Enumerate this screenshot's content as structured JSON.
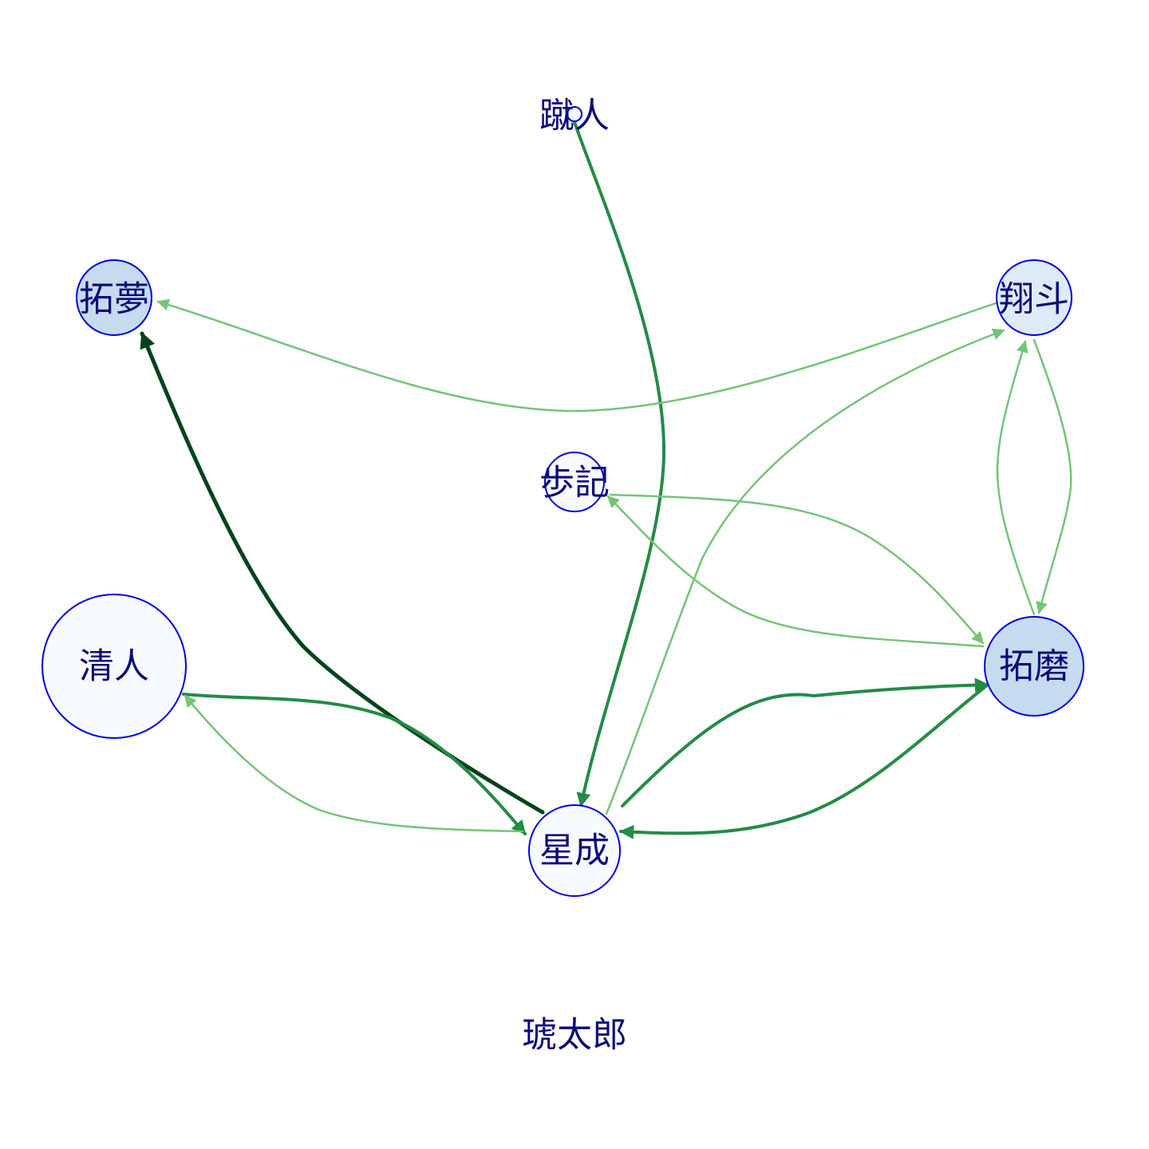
{
  "colors": {
    "node_stroke": "#0000dd",
    "label": "#0b0b7a",
    "edge_light": "#74c476",
    "edge_mid": "#238b45",
    "edge_dark": "#00441b"
  },
  "nodes": [
    {
      "id": "shujin",
      "label": "蹴人",
      "fill": "#f7fbff"
    },
    {
      "id": "takumu",
      "label": "拓夢",
      "fill": "#c6dbef"
    },
    {
      "id": "shoto",
      "label": "翔斗",
      "fill": "#deebf7"
    },
    {
      "id": "ayuki",
      "label": "歩記",
      "fill": "#f7fbff"
    },
    {
      "id": "kiyoto",
      "label": "清人",
      "fill": "#f7fbff"
    },
    {
      "id": "takuma",
      "label": "拓磨",
      "fill": "#c6dbef"
    },
    {
      "id": "seisei",
      "label": "星成",
      "fill": "#f7fbff"
    },
    {
      "id": "kotaro",
      "label": "琥太郎",
      "fill": "none"
    }
  ],
  "edges": [
    {
      "from": "shujin",
      "to": "seisei",
      "strength": "mid"
    },
    {
      "from": "seisei",
      "to": "takumu",
      "strength": "dark"
    },
    {
      "from": "shoto",
      "to": "takumu",
      "strength": "light"
    },
    {
      "from": "seisei",
      "to": "shoto",
      "strength": "light"
    },
    {
      "from": "ayuki",
      "to": "takuma",
      "strength": "light"
    },
    {
      "from": "takuma",
      "to": "ayuki",
      "strength": "light"
    },
    {
      "from": "shoto",
      "to": "takuma",
      "strength": "light"
    },
    {
      "from": "takuma",
      "to": "shoto",
      "strength": "light"
    },
    {
      "from": "kiyoto",
      "to": "seisei",
      "strength": "mid"
    },
    {
      "from": "seisei",
      "to": "kiyoto",
      "strength": "light"
    },
    {
      "from": "seisei",
      "to": "takuma",
      "strength": "mid"
    },
    {
      "from": "takuma",
      "to": "seisei",
      "strength": "mid"
    }
  ]
}
